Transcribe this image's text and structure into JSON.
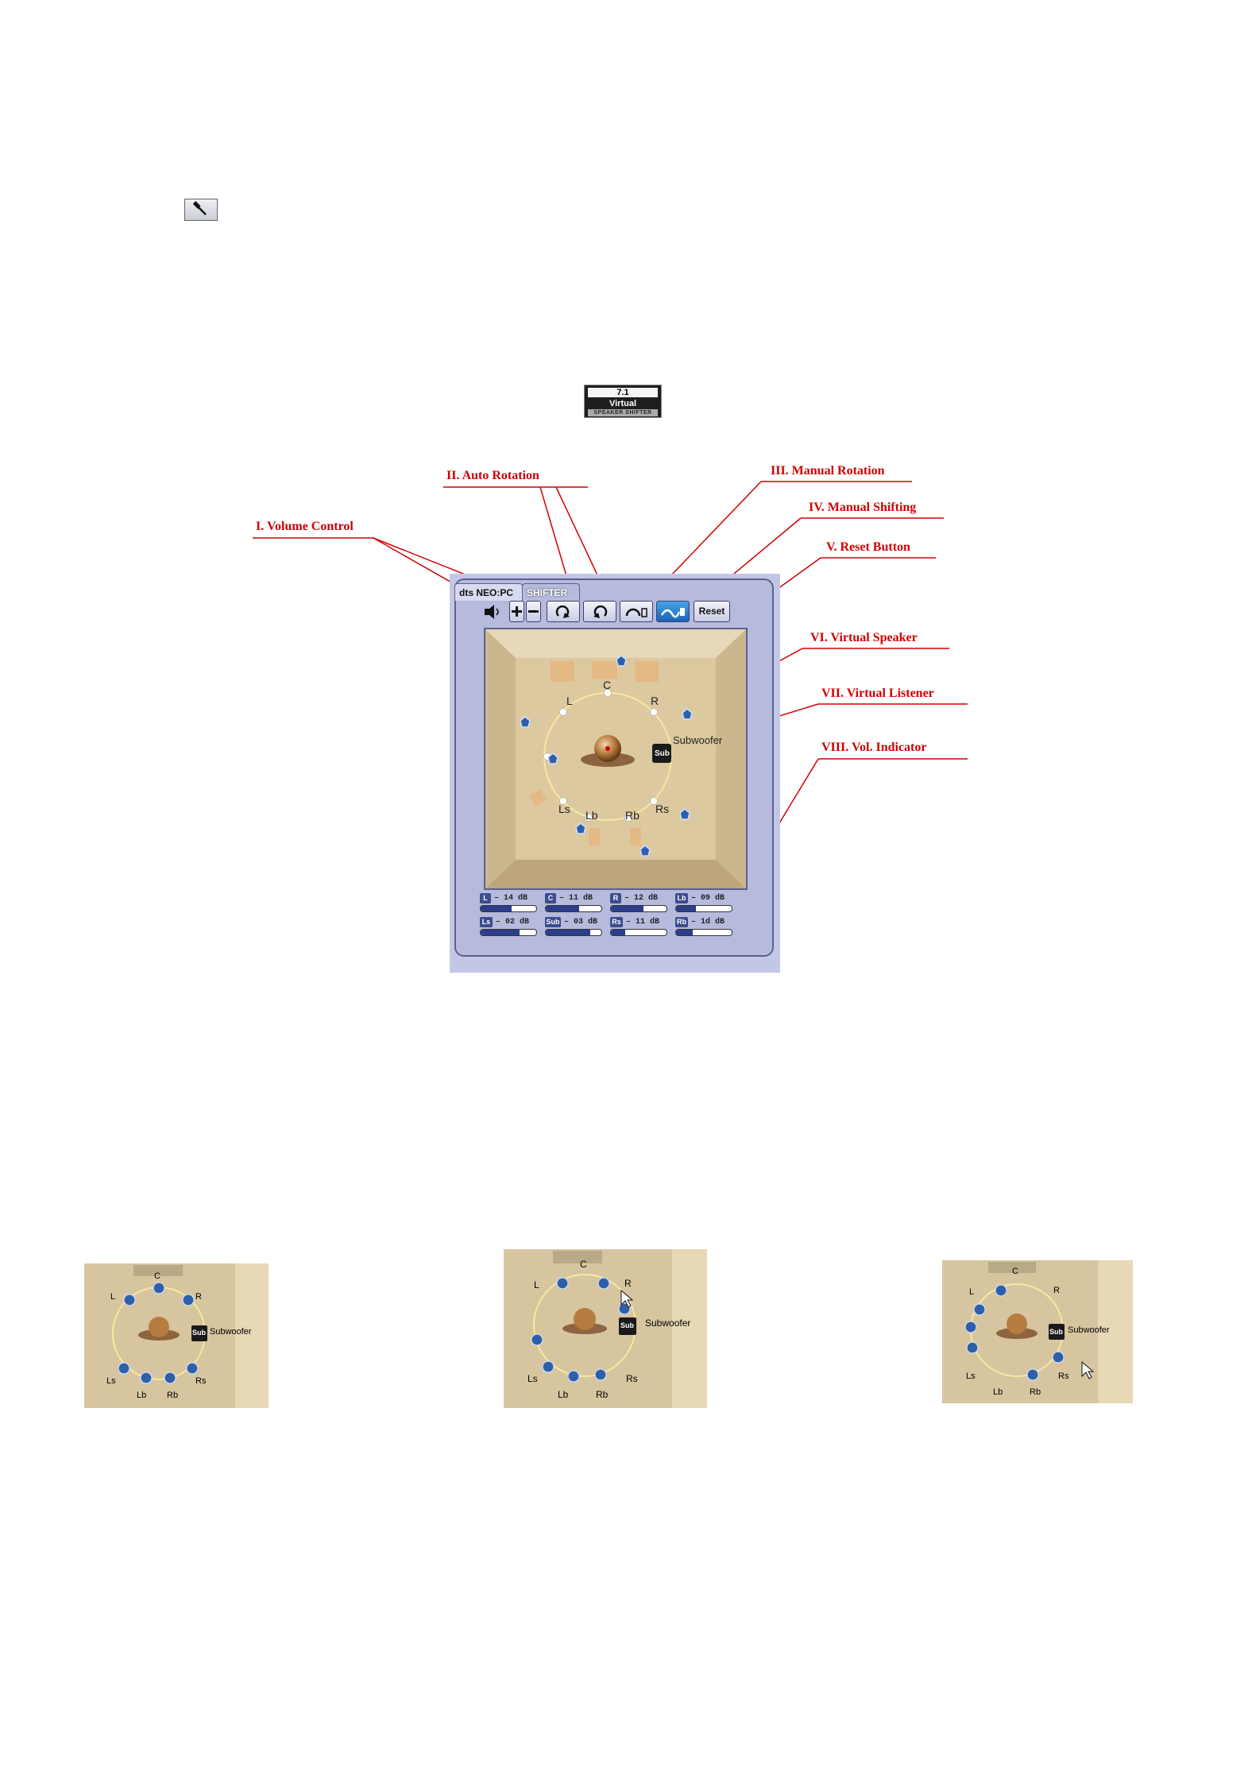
{
  "badge": {
    "top": "7.1",
    "mid": "Virtual",
    "bottom": "SPEAKER SHIFTER"
  },
  "annotations": [
    {
      "id": "volume",
      "label": "I. Volume Control"
    },
    {
      "id": "auto",
      "label": "II. Auto Rotation"
    },
    {
      "id": "manual-rot",
      "label": "III. Manual Rotation"
    },
    {
      "id": "manual-shift",
      "label": "IV. Manual Shifting"
    },
    {
      "id": "reset",
      "label": "V. Reset Button"
    },
    {
      "id": "vspeaker",
      "label": "VI. Virtual Speaker"
    },
    {
      "id": "vlistener",
      "label": "VII. Virtual Listener"
    },
    {
      "id": "volind",
      "label": "VIII. Vol. Indicator"
    }
  ],
  "tabs": {
    "neo": "dts NEO:PC",
    "shifter": "SHIFTER"
  },
  "toolbar": {
    "reset": "Reset"
  },
  "room": {
    "channels": {
      "C": "C",
      "L": "L",
      "R": "R",
      "Ls": "Ls",
      "Rs": "Rs",
      "Lb": "Lb",
      "Rb": "Rb"
    },
    "sub_label": "Subwoofer",
    "sub_chip": "Sub"
  },
  "volumes": [
    {
      "ch": "L",
      "db": "– 14 dB",
      "level": 0.55
    },
    {
      "ch": "C",
      "db": "– 11 dB",
      "level": 0.6
    },
    {
      "ch": "R",
      "db": "– 12 dB",
      "level": 0.58
    },
    {
      "ch": "Lb",
      "db": "– 09 dB",
      "level": 0.35
    },
    {
      "ch": "Ls",
      "db": "– 02 dB",
      "level": 0.7
    },
    {
      "ch": "Sub",
      "db": "– 03 dB",
      "level": 0.8
    },
    {
      "ch": "Rs",
      "db": "– 11 dB",
      "level": 0.25
    },
    {
      "ch": "Rb",
      "db": "– 1d dB",
      "level": 0.3
    }
  ],
  "thumbs": {
    "t1": {
      "C": "C",
      "L": "L",
      "R": "R",
      "Ls": "Ls",
      "Lb": "Lb",
      "Rb": "Rb",
      "Rs": "Rs",
      "sub": "Subwoofer",
      "subchip": "Sub"
    },
    "t2": {
      "C": "C",
      "L": "L",
      "R": "R",
      "Ls": "Ls",
      "Lb": "Lb",
      "Rb": "Rb",
      "Rs": "Rs",
      "sub": "Subwoofer",
      "subchip": "Sub"
    },
    "t3": {
      "C": "C",
      "L": "L",
      "R": "R",
      "Ls": "Ls",
      "Lb": "Lb",
      "Rb": "Rb",
      "Rs": "Rs",
      "sub": "Subwoofer",
      "subchip": "Sub"
    }
  },
  "colors": {
    "accent_red": "#d00000",
    "panel": "#b6badd",
    "speaker_blue": "#2f5fa8"
  }
}
